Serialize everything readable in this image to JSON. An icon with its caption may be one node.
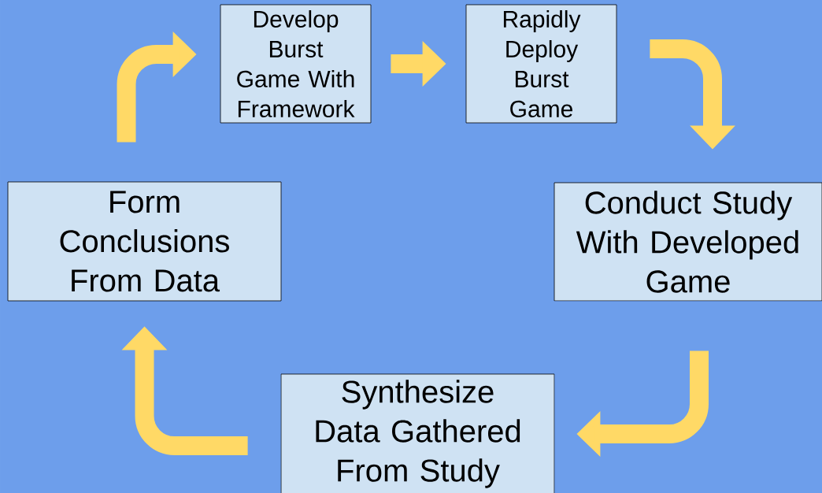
{
  "diagram": {
    "nodes": [
      {
        "text": [
          "Develop Burst Game With Framework"
        ]
      },
      {
        "text": [
          "Rapidly Deploy Burst Game"
        ]
      },
      {
        "text": [
          "Conduct Study With Developed Game"
        ]
      },
      {
        "text": [
          "Synthesize Data Gathered From Study"
        ]
      },
      {
        "text": [
          "Form Conclusions From Data"
        ]
      }
    ],
    "edges": [
      {
        "from": 0,
        "to": 1,
        "arrow": "to"
      },
      {
        "from": 1,
        "to": 2,
        "arrow": "to"
      },
      {
        "from": 2,
        "to": 3,
        "arrow": "to"
      },
      {
        "from": 3,
        "to": 4,
        "arrow": "to"
      },
      {
        "from": 4,
        "to": 0,
        "arrow": "to"
      }
    ]
  }
}
